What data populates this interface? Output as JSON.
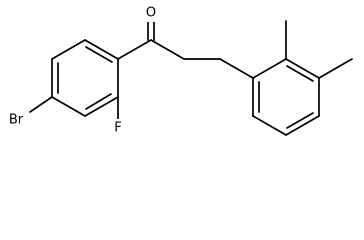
{
  "structure": {
    "atom_labels": {
      "oxygen": "O",
      "bromine": "Br",
      "fluorine": "F"
    }
  }
}
